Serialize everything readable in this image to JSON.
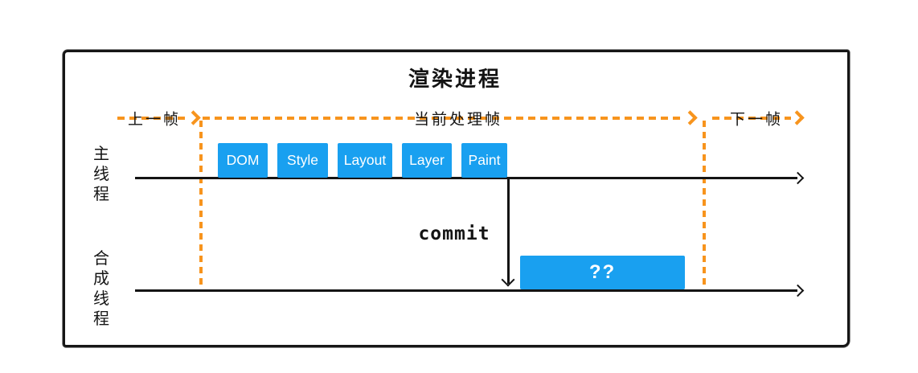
{
  "title": "渲染进程",
  "colors": {
    "accent_blue": "#19A0F0",
    "accent_orange": "#F7941D",
    "line_black": "#141414"
  },
  "timeline": {
    "prev_frame_label": "上一帧",
    "current_frame_label": "当前处理帧",
    "next_frame_label": "下一帧"
  },
  "threads": {
    "main_thread_label": "主线程",
    "compositor_thread_label": "合成线程"
  },
  "pipeline": {
    "stages": [
      "DOM",
      "Style",
      "Layout",
      "Layer",
      "Paint"
    ]
  },
  "commit_label": "commit",
  "compositor_task_label": "??"
}
